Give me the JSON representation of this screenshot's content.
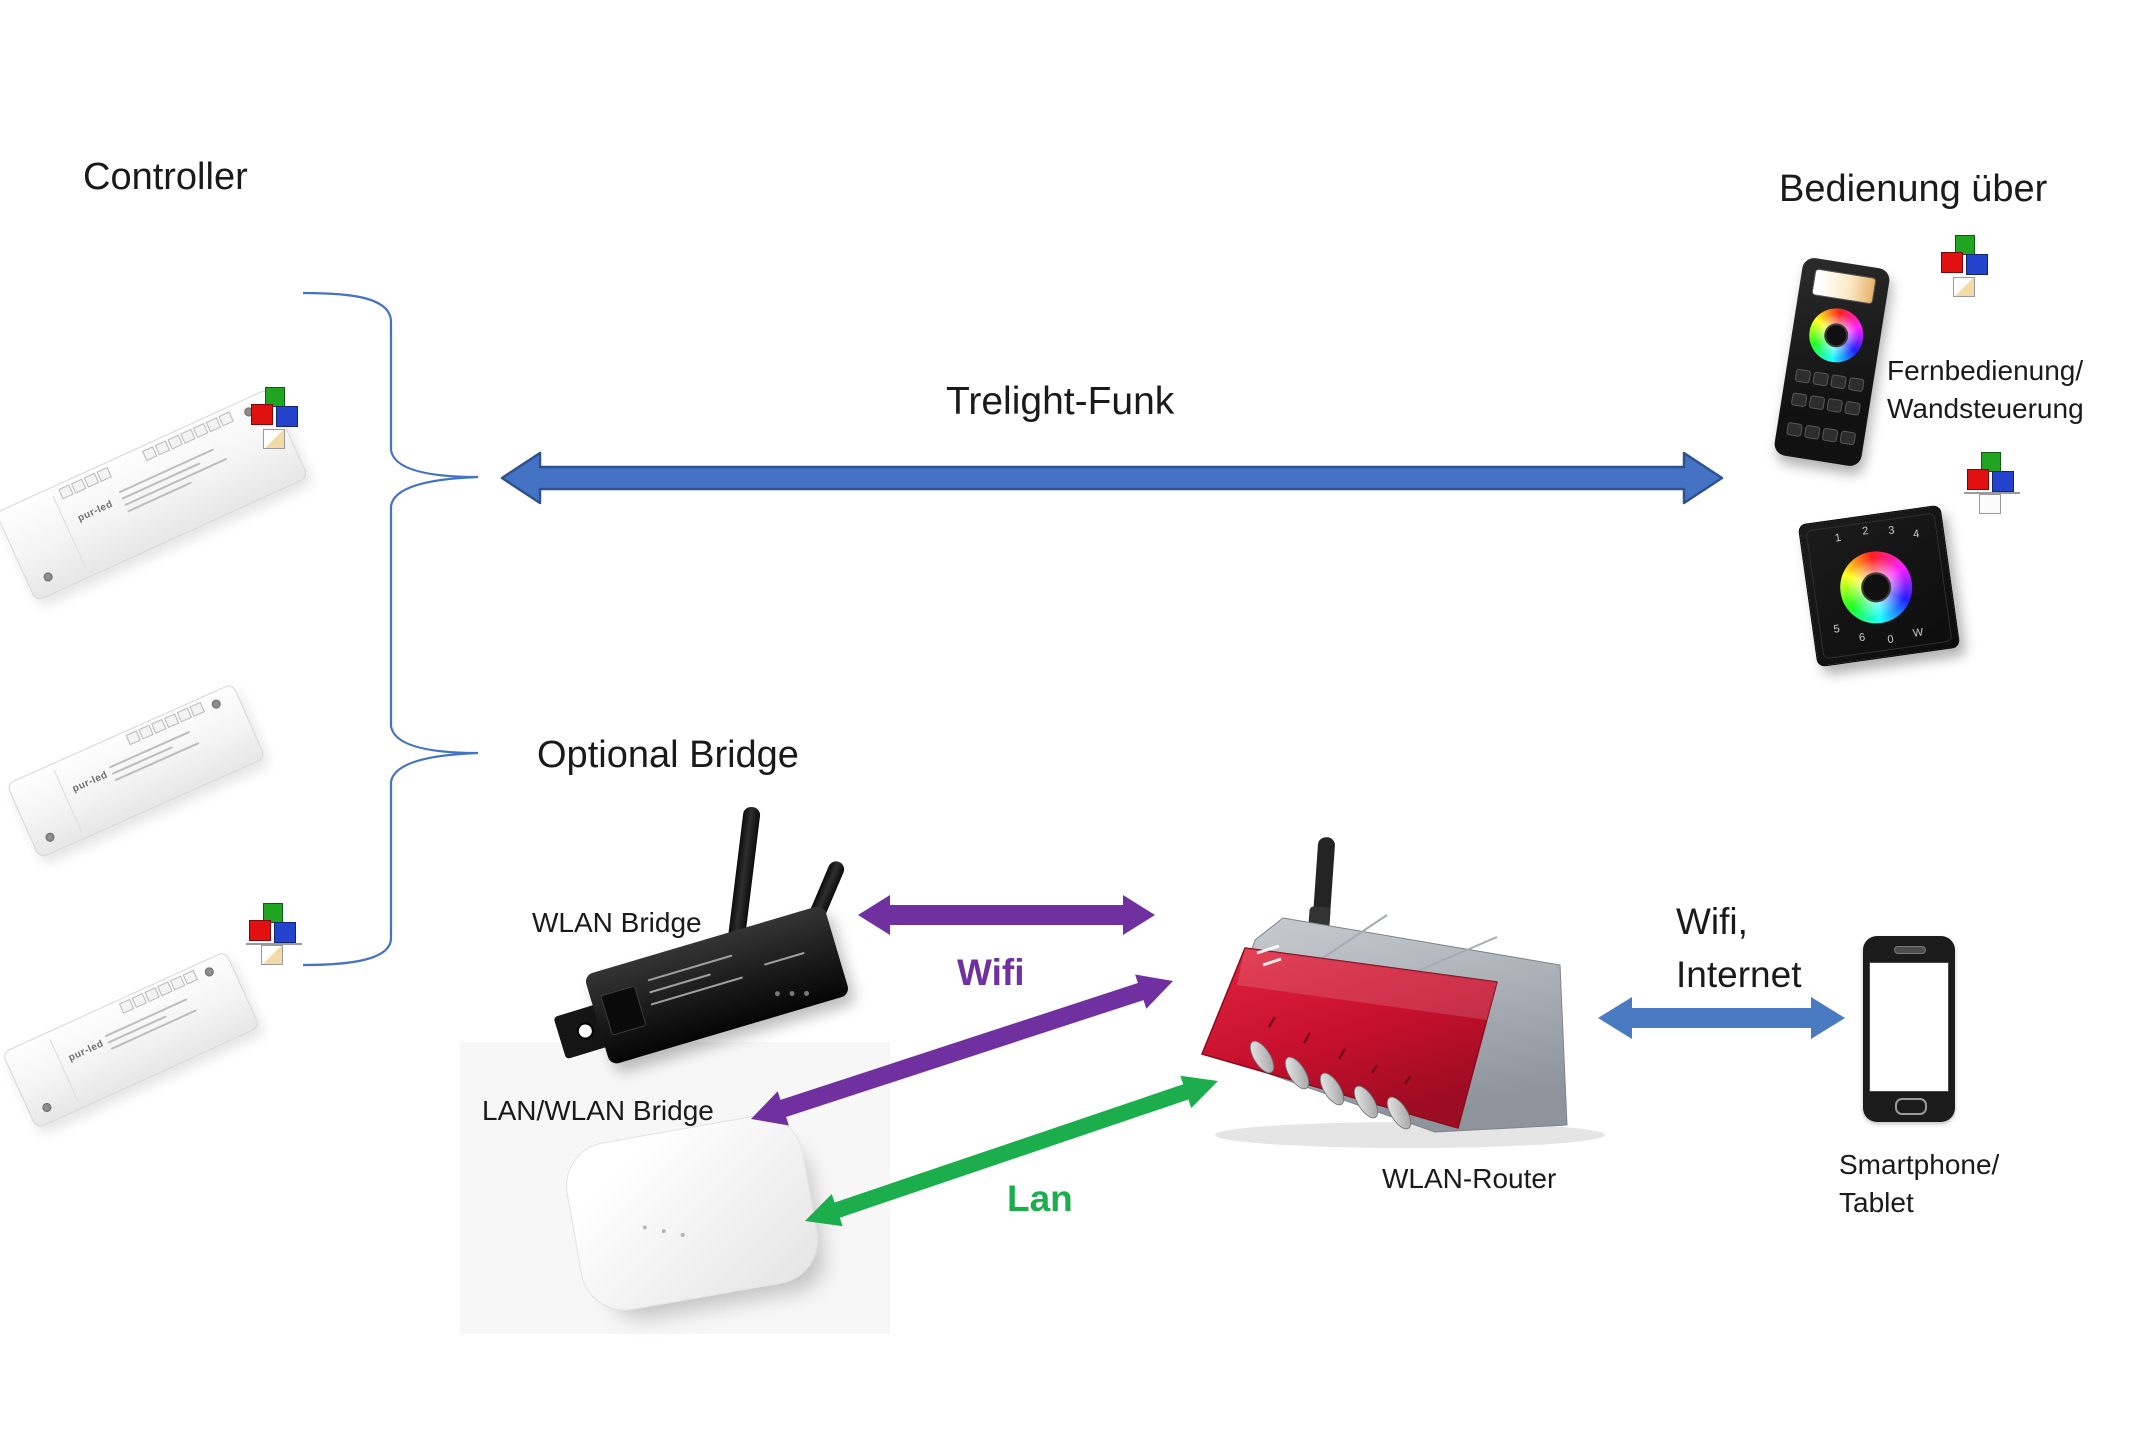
{
  "diagram": {
    "title_left": "Controller",
    "title_right": "Bedienung über",
    "radio_link_label": "Trelight-Funk",
    "remote_label_line1": "Fernbedienung/",
    "remote_label_line2": "Wandsteuerung",
    "optional_bridge_title": "Optional Bridge",
    "wlan_bridge_label": "WLAN Bridge",
    "lan_wlan_bridge_label": "LAN/WLAN Bridge",
    "wifi_label": "Wifi",
    "lan_label": "Lan",
    "router_label": "WLAN-Router",
    "internet_label_line1": "Wifi,",
    "internet_label_line2": "Internet",
    "smartphone_label_line1": "Smartphone/",
    "smartphone_label_line2": "Tablet"
  },
  "devices": {
    "controller_brand": "pur-led",
    "wall_panel_keys_top": [
      "1",
      "2",
      "3",
      "4"
    ],
    "wall_panel_keys_bottom": [
      "5",
      "6",
      "0",
      "W"
    ]
  },
  "colors": {
    "link_blue": "#4472C4",
    "link_blue_border": "#2F528F",
    "wifi_purple": "#7030A0",
    "lan_green": "#1CAE4C",
    "router_red": "#C81830",
    "brace_blue": "#4472C4"
  }
}
